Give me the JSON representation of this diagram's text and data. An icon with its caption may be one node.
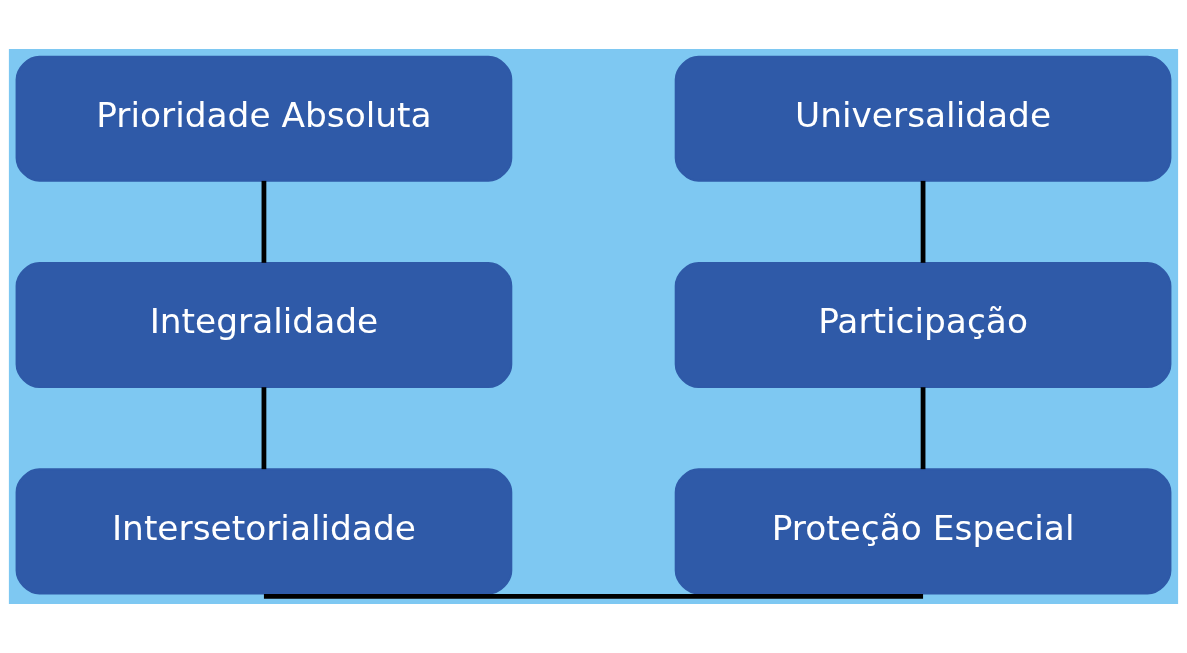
{
  "diagram": {
    "nodes": [
      {
        "text": [
          "Prioridade Absoluta"
        ]
      },
      {
        "text": [
          "Integralidade"
        ]
      },
      {
        "text": [
          "Intersetorialidade"
        ]
      },
      {
        "text": [
          "Universalidade"
        ]
      },
      {
        "text": [
          "Participação"
        ]
      },
      {
        "text": [
          "Proteção Especial"
        ]
      }
    ],
    "edges": [
      {
        "from": 0,
        "to": 1,
        "arrow": "none"
      },
      {
        "from": 1,
        "to": 2,
        "arrow": "none"
      },
      {
        "from": 3,
        "to": 4,
        "arrow": "none"
      },
      {
        "from": 4,
        "to": 5,
        "arrow": "none"
      },
      {
        "from": 2,
        "to": 5,
        "arrow": "none"
      }
    ]
  }
}
